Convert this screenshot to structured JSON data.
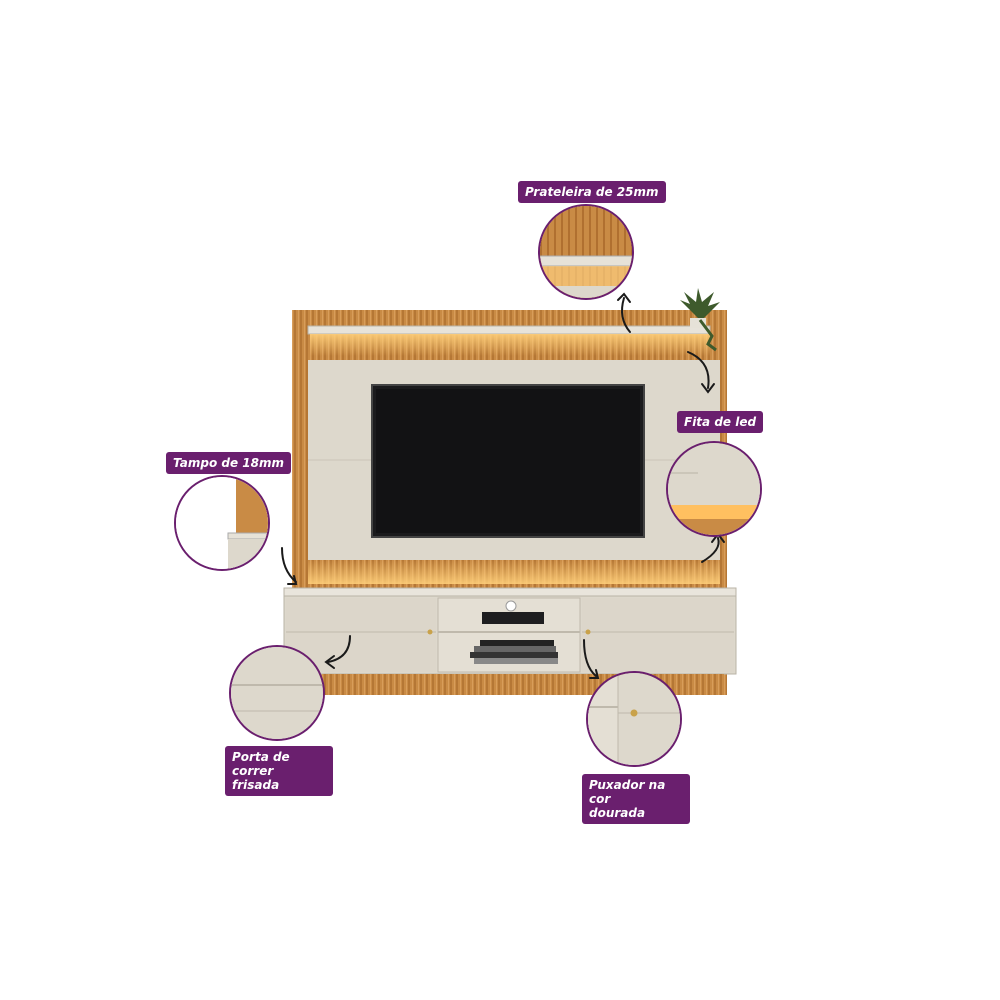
{
  "labels": {
    "shelf": "Prateleira de 25mm",
    "led": "Fita de led",
    "top": "Tampo de 18mm",
    "door_line1": "Porta de correr",
    "door_line2": "frisada",
    "handle_line1": "Puxador na cor",
    "handle_line2": "dourada"
  },
  "colors": {
    "accent": "#6a1f6e",
    "wood": "#c98b45",
    "panel": "#ddd8cc",
    "tv": "#1b1b1d",
    "led": "#ffb347"
  }
}
